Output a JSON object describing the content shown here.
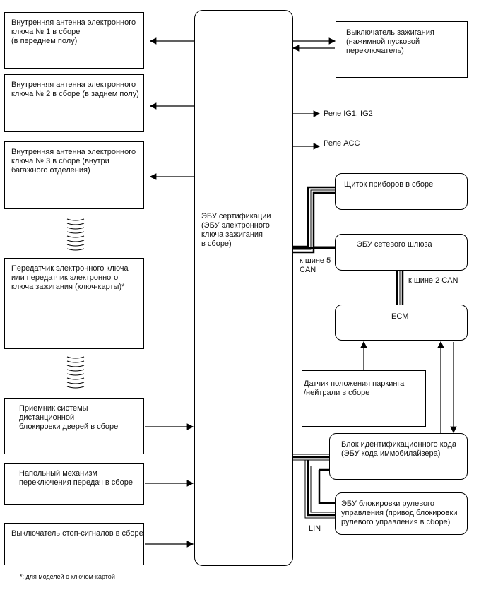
{
  "left_boxes": [
    {
      "label": "Внутренняя антенна электронного\nключа № 1 в сборе\n(в переднем полу)"
    },
    {
      "label": "Внутренняя антенна электронного\nключа № 2 в сборе (в заднем полу)"
    },
    {
      "label": "Внутренняя антенна электронного\nключа № 3 в сборе (внутри\nбагажного отделения)"
    },
    {
      "label": "Передатчик электронного ключа\nили передатчик электронного\nключа зажигания (ключ-карты)*"
    },
    {
      "label": "Приемник системы\nдистанционной\nблокировки дверей в сборе"
    },
    {
      "label": "Напольный механизм\nпереключения передач в сборе"
    },
    {
      "label": "Выключатель стоп-сигналов в сборе"
    }
  ],
  "center": {
    "label": "ЭБУ сертификации\n(ЭБУ электронного\nключа зажигания\nв сборе)"
  },
  "right": {
    "ignition_switch": "Выключатель зажигания\n(нажимной пусковой\nпереключатель)",
    "relay_ig": "Реле IG1, IG2",
    "relay_acc": "Реле ACC",
    "instrument_panel": "Щиток приборов в сборе",
    "gateway": "ЭБУ сетевого шлюза",
    "bus5": "к шине 5\nCAN",
    "bus2": "к шине 2 CAN",
    "ecm": "ECM",
    "park_sensor": "Датчик положения паркинга\n/нейтрали в сборе",
    "immobilizer": "Блок идентификационного кода\n(ЭБУ кода иммобилайзера)",
    "steering_lock": "ЭБУ блокировки рулевого\nуправления (привод блокировки\nрулевого управления в сборе)",
    "lin": "LIN"
  },
  "footnote": "*: для моделей с ключом-картой"
}
